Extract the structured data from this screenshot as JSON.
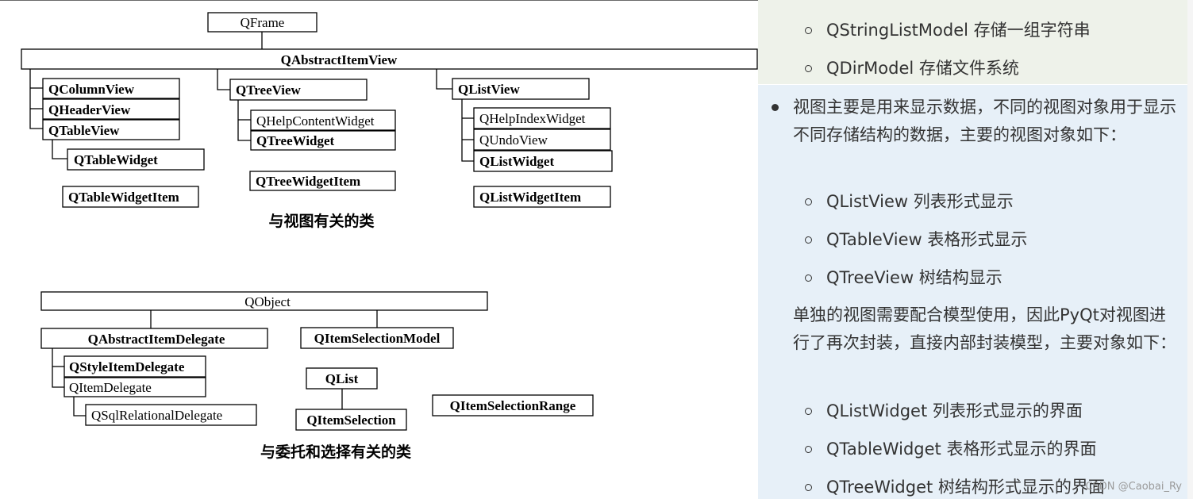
{
  "diagram_view": {
    "caption": "与视图有关的类",
    "nodes": {
      "qframe": "QFrame",
      "qabstractitemview": "QAbstractItemView",
      "qcolumnview": "QColumnView",
      "qheaderview": "QHeaderView",
      "qtableview": "QTableView",
      "qtablewidget": "QTableWidget",
      "qtablewidgetitem": "QTableWidgetItem",
      "qtreeview": "QTreeView",
      "qhelpcontentwidget": "QHelpContentWidget",
      "qtreewidget": "QTreeWidget",
      "qtreewidgetitem": "QTreeWidgetItem",
      "qlistview": "QListView",
      "qhelpindexwidget": "QHelpIndexWidget",
      "qundoview": "QUndoView",
      "qlistwidget": "QListWidget",
      "qlistwidgetitem": "QListWidgetItem"
    }
  },
  "diagram_delegate": {
    "caption": "与委托和选择有关的类",
    "nodes": {
      "qobject": "QObject",
      "qabstractitemdelegate": "QAbstractItemDelegate",
      "qstyleditemdelegate": "QStyleItemDelegate",
      "qitemdelegate": "QItemDelegate",
      "qsqlrelationaldelegate": "QSqlRelationalDelegate",
      "qitemselectionmodel": "QItemSelectionModel",
      "qlist": "QList",
      "qitemselection": "QItemSelection",
      "qitemselectionrange": "QItemSelectionRange"
    }
  },
  "article": {
    "model_items": [
      "QStringListModel 存储一组字符串",
      "QDirModel 存储文件系统"
    ],
    "view_bullet": "视图主要是用来显示数据，不同的视图对象用于显示不同存储结构的数据，主要的视图对象如下：",
    "view_items": [
      "QListView 列表形式显示",
      "QTableView 表格形式显示",
      "QTreeView 树结构显示"
    ],
    "widget_paragraph": "单独的视图需要配合模型使用，因此PyQt对视图进行了再次封装，直接内部封装模型，主要对象如下：",
    "widget_items": [
      "QListWidget 列表形式显示的界面",
      "QTableWidget 表格形式显示的界面",
      "QTreeWidget 树结构形式显示的界面"
    ],
    "watermark": "CSDN @Caobai_Ry"
  }
}
